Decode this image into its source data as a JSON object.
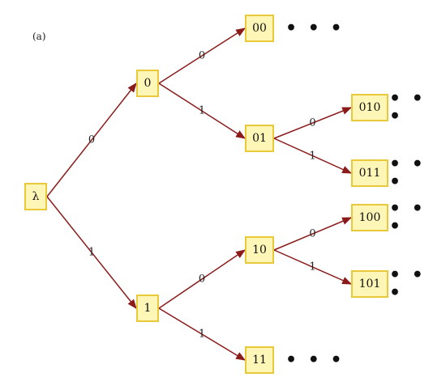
{
  "panel_label": "(a)",
  "nodes": [
    {
      "id": "root",
      "label": "λ"
    },
    {
      "id": "n0",
      "label": "0"
    },
    {
      "id": "n1",
      "label": "1"
    },
    {
      "id": "n00",
      "label": "00"
    },
    {
      "id": "n01",
      "label": "01"
    },
    {
      "id": "n10",
      "label": "10"
    },
    {
      "id": "n11",
      "label": "11"
    },
    {
      "id": "n010",
      "label": "010"
    },
    {
      "id": "n011",
      "label": "011"
    },
    {
      "id": "n100",
      "label": "100"
    },
    {
      "id": "n101",
      "label": "101"
    }
  ],
  "edges": [
    {
      "from": "root",
      "to": "n0",
      "label": "0"
    },
    {
      "from": "root",
      "to": "n1",
      "label": "1"
    },
    {
      "from": "n0",
      "to": "n00",
      "label": "0"
    },
    {
      "from": "n0",
      "to": "n01",
      "label": "1"
    },
    {
      "from": "n1",
      "to": "n10",
      "label": "0"
    },
    {
      "from": "n1",
      "to": "n11",
      "label": "1"
    },
    {
      "from": "n01",
      "to": "n010",
      "label": "0"
    },
    {
      "from": "n01",
      "to": "n011",
      "label": "1"
    },
    {
      "from": "n10",
      "to": "n100",
      "label": "0"
    },
    {
      "from": "n10",
      "to": "n101",
      "label": "1"
    }
  ],
  "continuation": "• • •",
  "colors": {
    "edge": "#8b1a1a",
    "node_fill": "#fdf6b6",
    "node_border": "#e9c93a"
  }
}
